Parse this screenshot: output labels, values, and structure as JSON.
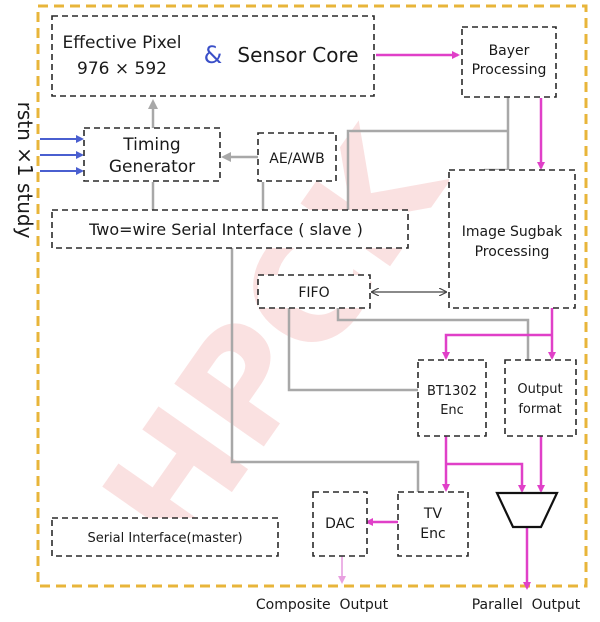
{
  "side_label": "rstn ×1 study",
  "watermark": "HPCK",
  "blocks": {
    "pixel": {
      "line1": "Effective Pixel",
      "line2": "976 × 592",
      "ampersand": "&",
      "core": "Sensor Core"
    },
    "bayer": {
      "line1": "Bayer",
      "line2": "Processing"
    },
    "timing": {
      "line1": "Timing",
      "line2": "Generator"
    },
    "aeawb": {
      "label": "AE/AWB"
    },
    "serial_slave": {
      "label": "Two=wire Serial Interface ( slave )"
    },
    "isp": {
      "line1": "Image Sugbak",
      "line2": "Processing"
    },
    "fifo": {
      "label": "FIFO"
    },
    "bt1302": {
      "line1": "BT1302",
      "line2": "Enc"
    },
    "outfmt": {
      "line1": "Output",
      "line2": "format"
    },
    "tvenc": {
      "line1": "TV",
      "line2": "Enc"
    },
    "dac": {
      "label": "DAC"
    },
    "serial_master": {
      "label": "Serial Interface(master)"
    }
  },
  "outputs": {
    "composite": "Composite  Output",
    "parallel": "Parallel  Output"
  },
  "colors": {
    "frame": "#e8b53a",
    "box": "#2a2a2a",
    "magenta": "#e040c8",
    "gray": "#a8a8a8",
    "blue": "#4a5fd0",
    "ampersand": "#3a4fc8",
    "watermark": "#f7c9c9",
    "pale": "#e8a0e0"
  }
}
